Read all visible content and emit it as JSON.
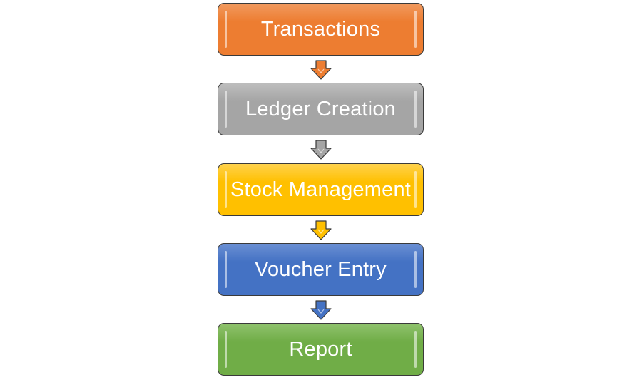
{
  "flowchart": {
    "steps": [
      {
        "label": "Transactions",
        "color": "#ED7D31",
        "shade": "#F19A5F"
      },
      {
        "label": "Ledger Creation",
        "color": "#A5A5A5",
        "shade": "#BDBDBD"
      },
      {
        "label": "Stock Management",
        "color": "#FFC000",
        "shade": "#FFD24D"
      },
      {
        "label": "Voucher Entry",
        "color": "#4472C4",
        "shade": "#6A8FD3"
      },
      {
        "label": "Report",
        "color": "#70AD47",
        "shade": "#8FC26D"
      }
    ]
  }
}
